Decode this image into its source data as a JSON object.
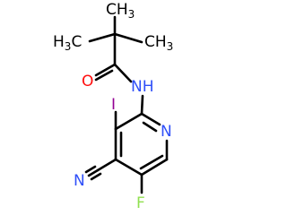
{
  "molecule": {
    "atoms": {
      "methyl_top": {
        "label": "CH",
        "sub": "3",
        "color": "#000000"
      },
      "methyl_left": {
        "label": "H",
        "sub": "3",
        "tail": "C",
        "color": "#000000"
      },
      "methyl_right": {
        "label": "CH",
        "sub": "3",
        "color": "#000000"
      },
      "oxygen": {
        "label": "O",
        "color": "#ff0d0d"
      },
      "amide_n": {
        "label": "N",
        "color": "#3050f8"
      },
      "amide_h": {
        "label": "H",
        "color": "#3050f8"
      },
      "iodine": {
        "label": "I",
        "color": "#940094"
      },
      "ring_n": {
        "label": "N",
        "color": "#3050f8"
      },
      "nitrile_n": {
        "label": "N",
        "color": "#3050f8"
      },
      "fluorine": {
        "label": "F",
        "color": "#90e050"
      }
    },
    "colors": {
      "bond": "#000000",
      "nitrogen": "#3050f8",
      "oxygen": "#ff0d0d",
      "iodine": "#940094",
      "fluorine": "#90e050"
    }
  }
}
